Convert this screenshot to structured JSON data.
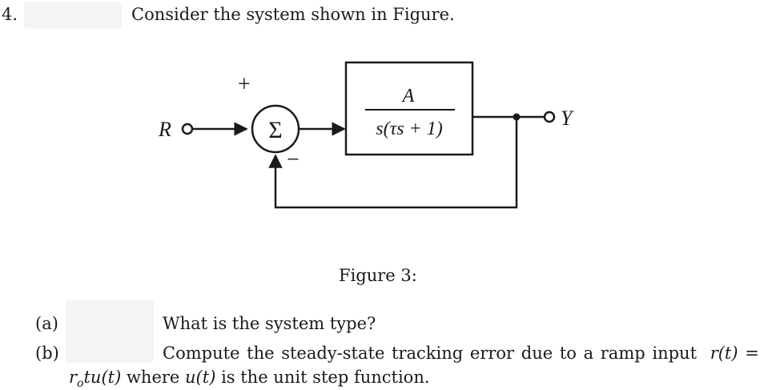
{
  "question": {
    "number": "4.",
    "intro": "Consider the system shown in Figure."
  },
  "figure": {
    "input_label": "R",
    "output_label": "Y",
    "sum_symbol": "Σ",
    "plus_sign": "+",
    "minus_sign": "−",
    "block": {
      "numerator": "A",
      "denominator": "s(τs + 1)"
    },
    "caption": "Figure 3:"
  },
  "parts": [
    {
      "label": "(a)",
      "text": "What is the system type?"
    },
    {
      "label": "(b)",
      "text_line1_prefix": "Compute the steady-state tracking error due to a ramp input",
      "text_line1_math": "r(t) =",
      "text_line2_math1": "r",
      "text_line2_sub": "o",
      "text_line2_math2": "tu(t)",
      "text_line2_mid": " where ",
      "text_line2_math3": "u(t)",
      "text_line2_end": " is the unit step function."
    }
  ],
  "colors": {
    "mask": "#f4f4f4",
    "ink": "#1a1a1a"
  }
}
